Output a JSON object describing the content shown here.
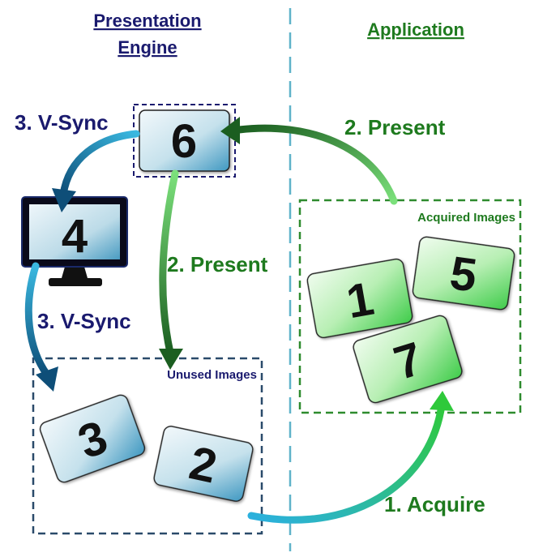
{
  "header": {
    "presentation_engine_line1": "Presentation",
    "presentation_engine_line2": "Engine",
    "application": "Application"
  },
  "labels": {
    "vsync_top": "3. V-Sync",
    "present_top": "2. Present",
    "present_middle": "2. Present",
    "vsync_left": "3. V-Sync",
    "acquire": "1. Acquire"
  },
  "boxes": {
    "acquired_title": "Acquired Images",
    "unused_title": "Unused Images"
  },
  "images": {
    "presenting": "6",
    "monitor": "4",
    "acquired": [
      "1",
      "5",
      "7"
    ],
    "unused": [
      "3",
      "2"
    ]
  },
  "colors": {
    "blue_text": "#1a1a6e",
    "green_text": "#1e7a1e",
    "divider": "#5fb3c9",
    "acquired_border": "#2e8b2e",
    "unused_border": "#2a4a6a"
  }
}
